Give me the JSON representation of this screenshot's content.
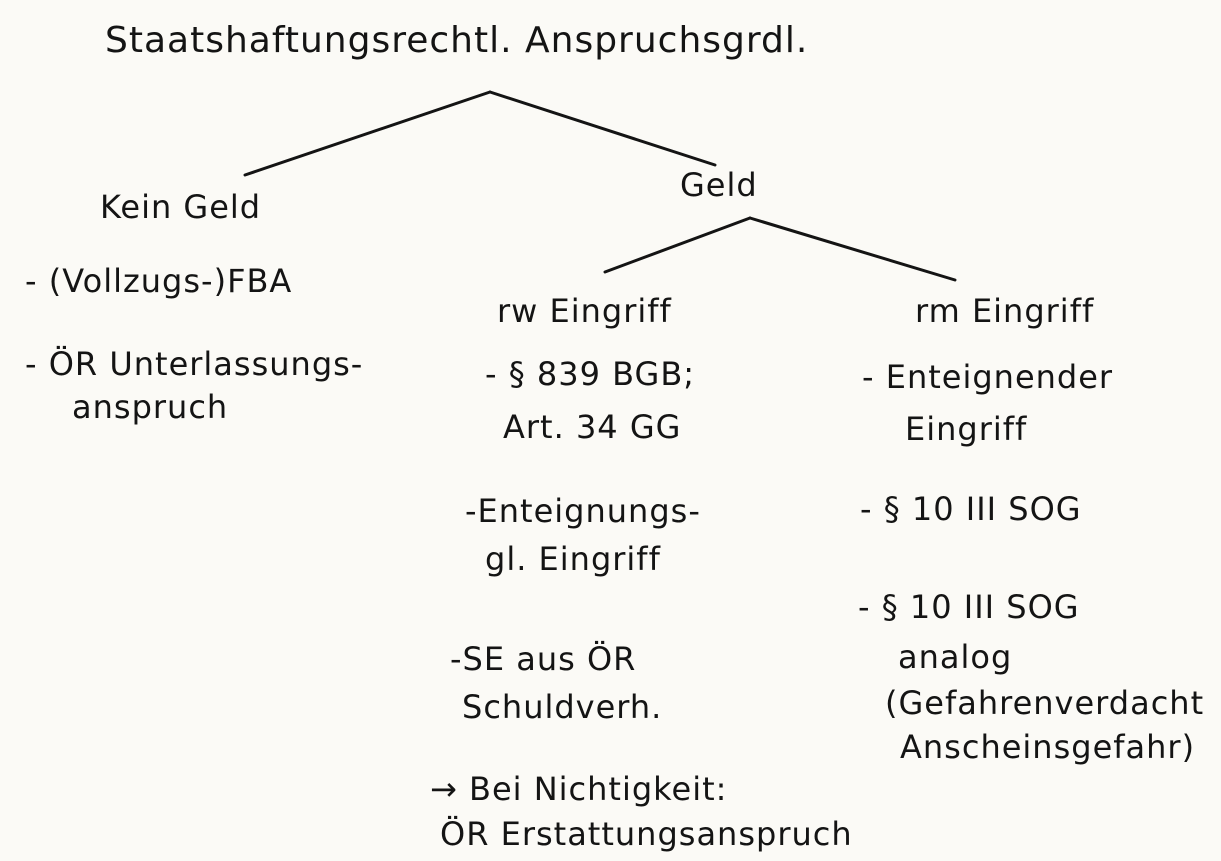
{
  "title": "Staatshaftungsrechtl. Anspruchsgrdl.",
  "kein_geld": {
    "heading": "Kein Geld",
    "items": [
      "- (Vollzugs-)FBA",
      "- ÖR Unterlassungs-",
      "anspruch"
    ]
  },
  "geld": {
    "heading": "Geld",
    "rw": {
      "heading": "rw Eingriff",
      "lines": [
        "- § 839 BGB;",
        "Art. 34 GG",
        "-Enteignungs-",
        "gl. Eingriff",
        "-SE aus ÖR",
        "Schuldverh.",
        "→ Bei Nichtigkeit:",
        "ÖR Erstattungsanspruch"
      ]
    },
    "rm": {
      "heading": "rm Eingriff",
      "lines": [
        "- Enteignender",
        "Eingriff",
        "- § 10 III SOG",
        "- § 10 III SOG",
        "analog",
        "(Gefahrenverdacht",
        "Anscheinsgefahr)"
      ]
    }
  }
}
